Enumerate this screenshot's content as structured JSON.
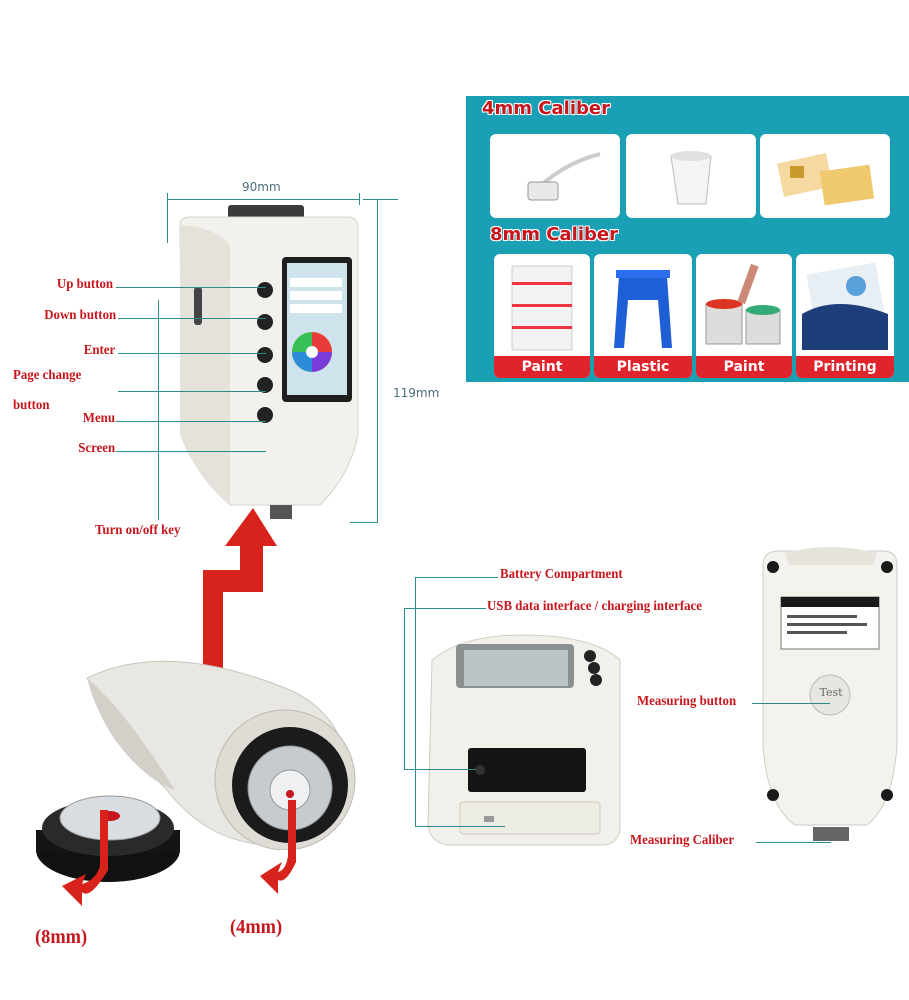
{
  "dimensions": {
    "width": "90mm",
    "height": "119mm"
  },
  "callouts_left": {
    "up": "Up button",
    "down": "Down button",
    "enter": "Enter",
    "page_change_1": "Page change",
    "page_change_2": "button",
    "menu": "Menu",
    "screen": "Screen",
    "power": "Turn on/off key"
  },
  "caliber_panel": {
    "title_4mm": "4mm Caliber",
    "title_8mm": "8mm Caliber",
    "tiles_8mm": [
      "Paint",
      "Plastic",
      "Paint",
      "Printing"
    ]
  },
  "callouts_right": {
    "battery": "Battery Compartment",
    "usb": "USB data interface / charging interface",
    "measuring_button": "Measuring button",
    "measuring_caliber": "Measuring Caliber"
  },
  "aperture_labels": {
    "large": "(8mm)",
    "small": "(4mm)"
  },
  "device_label": {
    "test_button": "Test"
  },
  "colors": {
    "label_red": "#c8161d",
    "panel_teal": "#1b9fb5",
    "caption_red": "#e0242b",
    "leader_teal": "#2b8c8c"
  }
}
